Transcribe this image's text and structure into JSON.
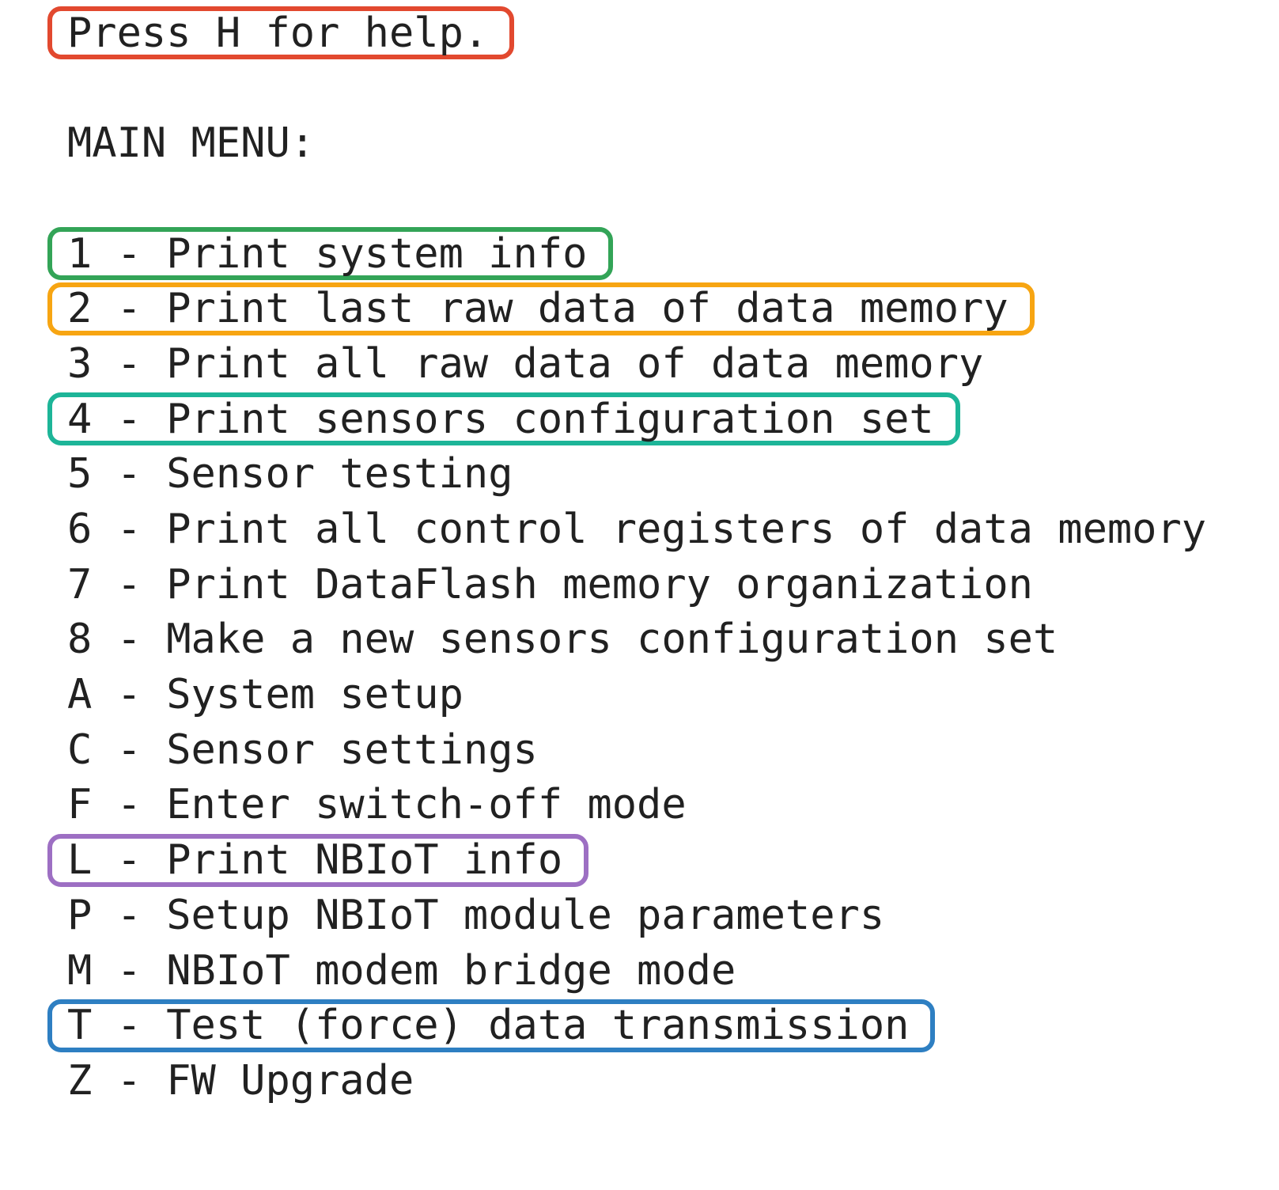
{
  "palette": {
    "red": "#e2492f",
    "green": "#33a457",
    "orange": "#f7a512",
    "teal": "#1db598",
    "purple": "#9d6fc3",
    "blue": "#2e7fc2"
  },
  "help": {
    "text": "Press H for help.",
    "highlight": "red"
  },
  "menu": {
    "title": "MAIN MENU:",
    "items": [
      {
        "key": "1",
        "label": "1 - Print system info",
        "highlight": "green"
      },
      {
        "key": "2",
        "label": "2 - Print last raw data of data memory",
        "highlight": "orange"
      },
      {
        "key": "3",
        "label": "3 - Print all raw data of data memory"
      },
      {
        "key": "4",
        "label": "4 - Print sensors configuration set",
        "highlight": "teal"
      },
      {
        "key": "5",
        "label": "5 - Sensor testing"
      },
      {
        "key": "6",
        "label": "6 - Print all control registers of data memory"
      },
      {
        "key": "7",
        "label": "7 - Print DataFlash memory organization"
      },
      {
        "key": "8",
        "label": "8 - Make a new sensors configuration set"
      },
      {
        "key": "A",
        "label": "A - System setup"
      },
      {
        "key": "C",
        "label": "C - Sensor settings"
      },
      {
        "key": "F",
        "label": "F - Enter switch-off mode"
      },
      {
        "key": "L",
        "label": "L - Print NBIoT info",
        "highlight": "purple"
      },
      {
        "key": "P",
        "label": "P - Setup NBIoT module parameters"
      },
      {
        "key": "M",
        "label": "M - NBIoT modem bridge mode"
      },
      {
        "key": "T",
        "label": "T - Test (force) data transmission",
        "highlight": "blue"
      },
      {
        "key": "Z",
        "label": "Z - FW Upgrade"
      }
    ]
  }
}
